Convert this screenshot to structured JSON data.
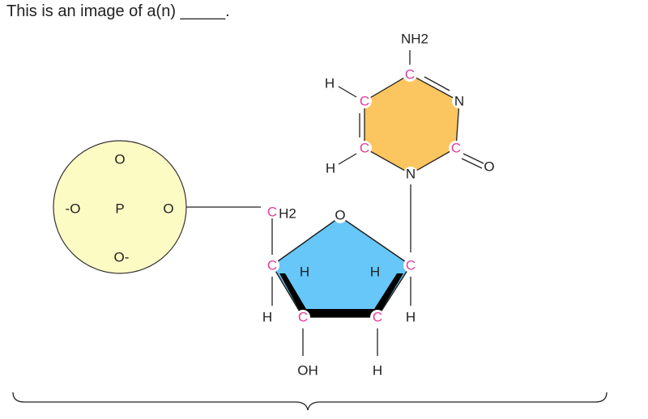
{
  "question": "This is an image of a(n) _____.",
  "colors": {
    "phosphate": "#fdfbc4",
    "sugar": "#66c7f8",
    "base": "#fbc55f",
    "carbon": "#e0409a"
  },
  "phosphate": {
    "o_top": "O",
    "o_left": "-O",
    "p": "P",
    "o_right": "O",
    "o_bottom": "O-"
  },
  "sugar": {
    "ch2_c": "C",
    "ch2_h": "H2",
    "ring_o": "O",
    "c1": "C",
    "c2": "C",
    "c3": "C",
    "c4": "C",
    "h_in_left": "H",
    "h_in_right": "H",
    "h_c4": "H",
    "h_c1": "H",
    "oh": "OH",
    "h_c2": "H"
  },
  "base": {
    "nh2": "NH2",
    "c4": "C",
    "n3": "N",
    "c2": "C",
    "o2": "O",
    "n1": "N",
    "c6": "C",
    "c5": "C",
    "h5": "H",
    "h6": "H"
  }
}
